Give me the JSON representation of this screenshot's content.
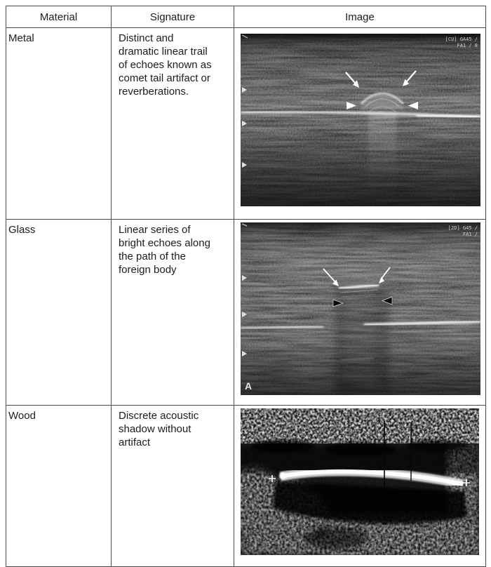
{
  "table": {
    "headers": {
      "material": "Material",
      "signature": "Signature",
      "image": "Image"
    },
    "rows": [
      {
        "material": "Metal",
        "signature_lines": [
          "Distinct and",
          "dramatic linear trail",
          "of echoes known as",
          "comet tail artifact or",
          "reverberations."
        ],
        "overlay": {
          "line1": "[CU] GA45 /",
          "line2": "FA1 / 8"
        }
      },
      {
        "material": "Glass",
        "signature_lines": [
          "Linear series of",
          "bright echoes along",
          "the path of the",
          "foreign body"
        ],
        "overlay": {
          "line1": "[2D] G45 /",
          "line2": "FA1 /",
          "label": "A"
        }
      },
      {
        "material": "Wood",
        "signature_lines": [
          "Discrete acoustic",
          "shadow without",
          "artifact"
        ],
        "overlay": {}
      }
    ]
  },
  "colors": {
    "page_bg": "#ffffff",
    "border": "#4a4a4a",
    "text": "#1c1c1c",
    "us_overlay_text": "#cfcfcf"
  }
}
